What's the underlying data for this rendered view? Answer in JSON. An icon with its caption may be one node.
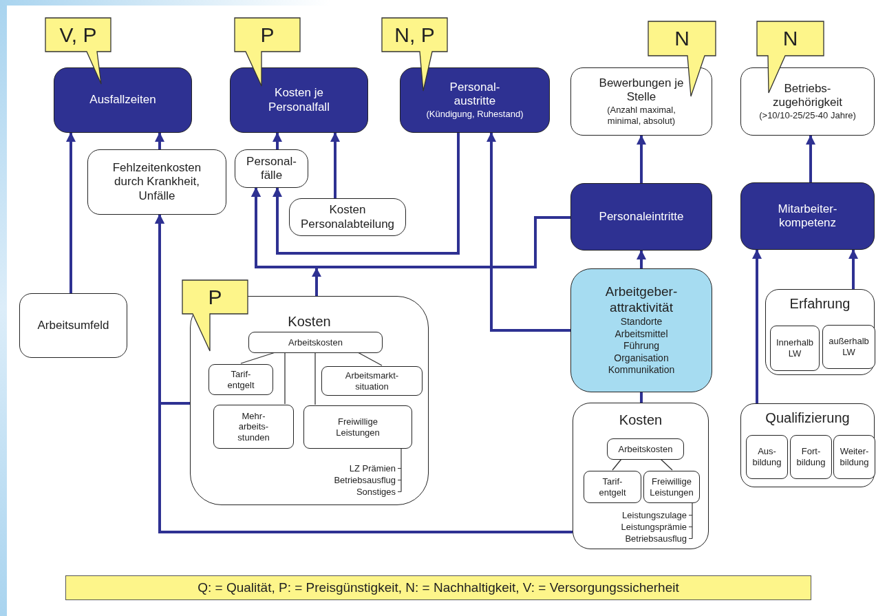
{
  "diagram": {
    "nodes": [
      {
        "text": [
          "V, P"
        ]
      },
      {
        "text": [
          "P"
        ]
      },
      {
        "text": [
          "N, P"
        ]
      },
      {
        "text": [
          "N"
        ]
      },
      {
        "text": [
          "N"
        ]
      },
      {
        "text": [
          "Ausfallzeiten"
        ]
      },
      {
        "text": [
          "Kosten je Personalfall"
        ]
      },
      {
        "text": [
          "Personal- austritte",
          "(Kündigung, Ruhestand)"
        ]
      },
      {
        "text": [
          "Bewerbungen je Stelle",
          "(Anzahl maximal, minimal, absolut)"
        ]
      },
      {
        "text": [
          "Betriebs- zugehörigkeit",
          "(>10/10-25/25-40 Jahre)"
        ]
      },
      {
        "text": [
          "Fehlzeitenkosten durch Krankheit, Unfälle"
        ]
      },
      {
        "text": [
          "Personal- fälle"
        ]
      },
      {
        "text": [
          "Kosten Personalabteilung"
        ]
      },
      {
        "text": [
          "Personaleintritte"
        ]
      },
      {
        "text": [
          "Mitarbeiter- kompetenz"
        ]
      },
      {
        "text": [
          "Arbeitsumfeld"
        ]
      },
      {
        "text": [
          "P"
        ]
      },
      {
        "text": [
          "Kosten"
        ]
      },
      {
        "text": [
          "Arbeitskosten"
        ],
        "in": 17
      },
      {
        "text": [
          "Tarif- entgelt"
        ],
        "in": 17
      },
      {
        "text": [
          "Arbeitsmarkt- situation"
        ],
        "in": 17
      },
      {
        "text": [
          "Mehr- arbeits- stunden"
        ],
        "in": 17
      },
      {
        "text": [
          "Freiwillige Leistungen"
        ],
        "in": 17,
        "beside": [
          "LZ Prämien",
          "Betriebsausflug",
          "Sonstiges"
        ]
      },
      {
        "text": [
          "Arbeitgeber- attraktivität",
          "Standorte",
          "Arbeitsmittel",
          "Führung",
          "Organisation",
          "Kommunikation"
        ]
      },
      {
        "text": [
          "Erfahrung"
        ]
      },
      {
        "text": [
          "Innerhalb LW"
        ],
        "in": 24
      },
      {
        "text": [
          "außerhalb LW"
        ],
        "in": 24
      },
      {
        "text": [
          "Kosten"
        ]
      },
      {
        "text": [
          "Arbeitskosten"
        ],
        "in": 27
      },
      {
        "text": [
          "Tarif- entgelt"
        ],
        "in": 27
      },
      {
        "text": [
          "Freiwillige Leistungen"
        ],
        "in": 27,
        "beside": [
          "Leistungszulage",
          "Leistungsprämie",
          "Betriebsausflug"
        ]
      },
      {
        "text": [
          "Qualifizierung"
        ]
      },
      {
        "text": [
          "Aus- bildung"
        ],
        "in": 31
      },
      {
        "text": [
          "Fort- bildung"
        ],
        "in": 31
      },
      {
        "text": [
          "Weiter- bildung"
        ],
        "in": 31
      }
    ],
    "edges": [
      {
        "from": 15,
        "to": 5,
        "arrow": "to"
      },
      {
        "from": 10,
        "to": 5,
        "arrow": "to"
      },
      {
        "from": 11,
        "to": 6,
        "arrow": "to"
      },
      {
        "from": 12,
        "to": 6,
        "arrow": "to"
      },
      {
        "from": 7,
        "to": 11,
        "arrow": "to"
      },
      {
        "from": 13,
        "to": 11,
        "arrow": "to"
      },
      {
        "from": 17,
        "to": 11,
        "arrow": "to"
      },
      {
        "from": 23,
        "to": 7,
        "arrow": "to"
      },
      {
        "from": 23,
        "to": 13,
        "arrow": "to"
      },
      {
        "from": 27,
        "to": 23,
        "arrow": "none"
      },
      {
        "from": 17,
        "to": 10,
        "arrow": "to"
      },
      {
        "from": 27,
        "to": 10,
        "arrow": "to"
      },
      {
        "from": 13,
        "to": 8,
        "arrow": "to"
      },
      {
        "from": 14,
        "to": 9,
        "arrow": "to"
      },
      {
        "from": 31,
        "to": 14,
        "arrow": "to"
      },
      {
        "from": 24,
        "to": 14,
        "arrow": "to"
      },
      {
        "from": 18,
        "to": 19,
        "arrow": "none",
        "color": "#333333"
      },
      {
        "from": 18,
        "to": 21,
        "arrow": "none",
        "color": "#333333"
      },
      {
        "from": 18,
        "to": 22,
        "arrow": "none",
        "color": "#333333"
      },
      {
        "from": 18,
        "to": 20,
        "arrow": "none",
        "color": "#333333"
      },
      {
        "from": 28,
        "to": 29,
        "arrow": "none",
        "color": "#333333"
      },
      {
        "from": 28,
        "to": 30,
        "arrow": "none",
        "color": "#333333"
      }
    ],
    "labels": [
      "Q: = Qualität, P: = Preisgünstigkeit, N: = Nachhaltigkeit, V: = Versorgungssicherheit"
    ]
  }
}
